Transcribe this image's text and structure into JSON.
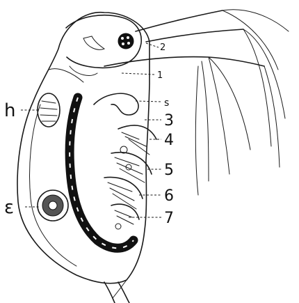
{
  "labels": {
    "h": "h",
    "e": "ε",
    "n1": "1",
    "n2": "2",
    "s": "s",
    "n3": "3",
    "n4": "4",
    "n5": "5",
    "n6": "6",
    "n7": "7"
  }
}
